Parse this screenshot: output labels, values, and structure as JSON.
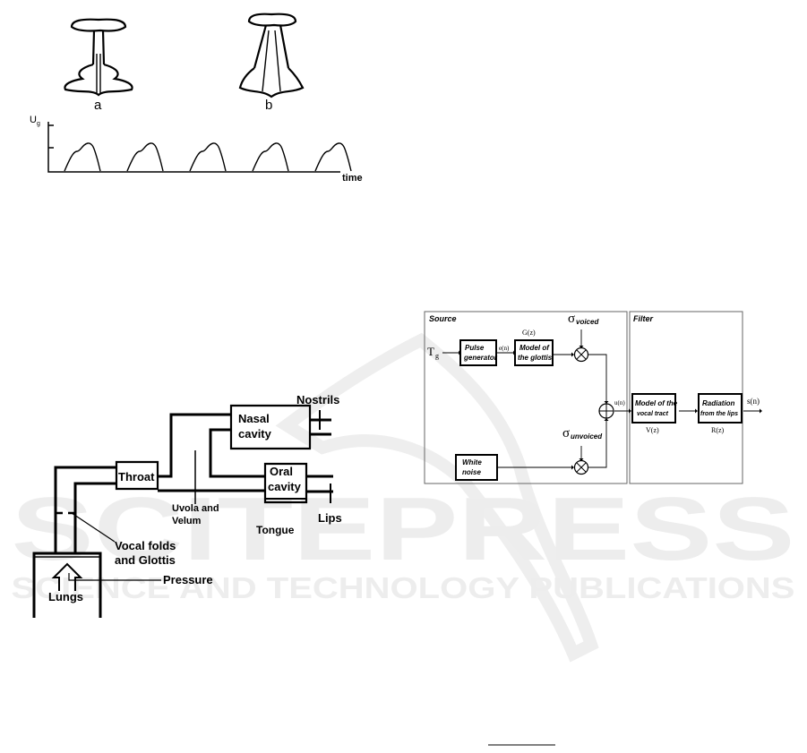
{
  "watermark": {
    "main": "SCITEPRESS",
    "sub": "SCIENCE AND TECHNOLOGY PUBLICATIONS"
  },
  "glottis_figure": {
    "label_a": "a",
    "label_b": "b",
    "y_axis_symbol": "U",
    "y_axis_subscript": "g",
    "x_axis_label": "time",
    "pulse_count": 5
  },
  "vocal_tract": {
    "nostrils": "Nostrils",
    "nasal_cavity": [
      "Nasal",
      "cavity"
    ],
    "throat": "Throat",
    "oral_cavity": [
      "Oral",
      "cavity"
    ],
    "uvola_velum": [
      "Uvola and",
      "Velum"
    ],
    "tongue": "Tongue",
    "lips": "Lips",
    "vocal_folds": [
      "Vocal folds",
      "and Glottis"
    ],
    "pressure": "Pressure",
    "lungs": "Lungs"
  },
  "source_filter": {
    "source_title": "Source",
    "filter_title": "Filter",
    "input_T": "T",
    "input_T_sub": "g",
    "pulse_generator": [
      "Pulse",
      "generator"
    ],
    "e_n": "e(n)",
    "G_z": "G(z)",
    "glottis_model": [
      "Model of",
      "the glottis"
    ],
    "sigma_voiced_sub": "voiced",
    "sigma_unvoiced_sub": "unvoiced",
    "sigma_symbol": "σ",
    "white_noise": [
      "White",
      "noise"
    ],
    "u_n": "u(n)",
    "vocal_tract_model": [
      "Model of the",
      "vocal tract"
    ],
    "V_z": "V(z)",
    "radiation": [
      "Radiation",
      "from the lips"
    ],
    "R_z": "R(z)",
    "output": "s(n)"
  }
}
